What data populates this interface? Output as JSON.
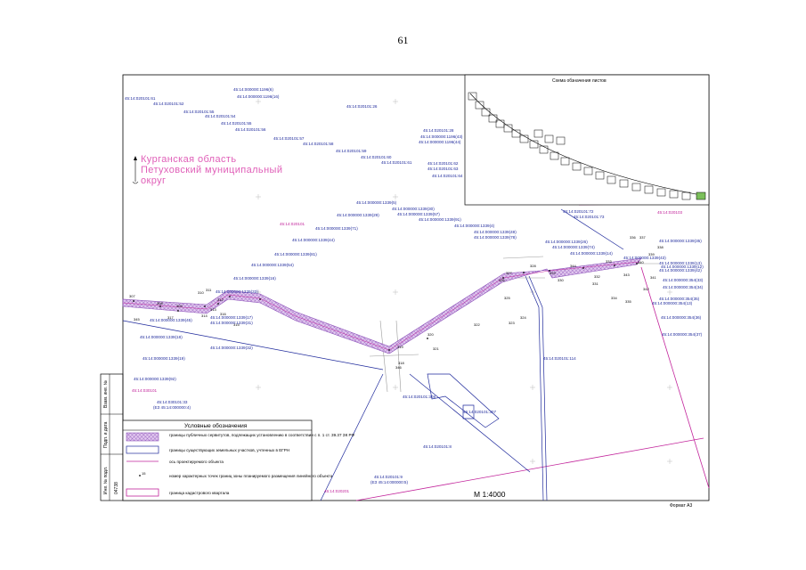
{
  "page_number": "61",
  "inset": {
    "title": "Схема обзначения листов"
  },
  "region": {
    "line1": "Курганская область",
    "line2": "Петуховский муниципальный",
    "line3": "округ"
  },
  "scale": "М 1:4000",
  "format": "Формат А3",
  "legend": {
    "title": "Условные обозначения",
    "items": [
      "границы публичных сервитутов, подлежащих установлению в соответствии с п. 1 ст. 39.37 ЗК РФ",
      "границы существующих земельных участков, учтенных в ЕГРН",
      "ось проектируемого объекта",
      "номер характерных точек границ зоны планируемого размещения линейного объекта",
      "граница кадастрового квартала"
    ],
    "point_sample": "15"
  },
  "stamp": {
    "col1": "Взам. инв. №",
    "col2": "Подп. и дата",
    "col3": "Инв. № подл.",
    "inv_number": "04738"
  },
  "colors": {
    "parcel": "#1f2a9c",
    "quarter": "#c2249b",
    "region": "#e05fb8",
    "servitude": "#8a4fb8"
  },
  "cadastral_labels": [
    "45:14:020101:61",
    "45:14:020101:52",
    "45:14:020101:55",
    "45:14:020101:54",
    "45:14:020101:55",
    "45:14:020101:56",
    "45:14:020101:57",
    "45:14:020101:58",
    "45:14:020101:59",
    "45:14:020101:60",
    "45:14:020101:61",
    "45:14:000000:1196(6)",
    "45:14:000000:1196(16)",
    "45:14:020101:26",
    "45:14:020101:28",
    "45:14:000000:1196(43)",
    "45:14:000000:1196(44)",
    "45:14:020101:62",
    "45:14:020101:63",
    "45:14:020101:64",
    "45:14:000000:1339(5)",
    "45:14:000000:1339(30)",
    "45:14:000000:1339(57)",
    "45:14:000000:1339(29)",
    "45:14:000000:1339(91)",
    "45:14:000000:1339(71)",
    "45:14:000000:1339(44)",
    "45:14:000000:1339(81)",
    "45:14:000000:1339(54)",
    "45:14:000000:1339(16)",
    "45:14:000000:1339(33)",
    "45:14:000000:1339(45)",
    "45:14:000000:1339(17)",
    "45:14:000000:1339(31)",
    "45:14:000000:1339(18)",
    "45:14:000000:1339(32)",
    "45:14:000000:1339(19)",
    "45:14:000000:1339(92)",
    "45:14:000000:1339(4)",
    "45:14:000000:1339(49)",
    "45:14:000000:1339(78)",
    "45:14:000000:1339(26)",
    "45:14:000000:1339(74)",
    "45:14:000000:1339(14)",
    "45:14:000000:1339(43)",
    "45:14:000000:1339(42)",
    "45:14:000000:1339(13)",
    "45:14:000000:1339(12)",
    "45:14:000000:1339(35)",
    "45:14:000000:354(33)",
    "45:14:000000:354(34)",
    "45:14:000000:354(35)",
    "45:14:000000:354(36)",
    "45:14:000000:354(37)",
    "45:14:000000:354(13)",
    "45:14:020101:72",
    "45:14:020101:73",
    "45:14:020101:114",
    "45:14:020101:308",
    "45:14:020101:307",
    "45:14:020101:8",
    "45:14:020101:9",
    "45:14:030101:33",
    "(ЕЗ 45:14:000000:4)",
    "(ЕЗ 45:14:000000:5)"
  ],
  "quarter_labels": [
    "45:14:020101",
    "45:14:020103",
    "45:14:030101",
    "45:14:020201"
  ],
  "point_numbers": [
    "307",
    "308",
    "309",
    "310",
    "311",
    "312",
    "313",
    "314",
    "315",
    "316",
    "317",
    "318",
    "319",
    "320",
    "321",
    "322",
    "323",
    "324",
    "325",
    "326",
    "327",
    "328",
    "329",
    "330",
    "331",
    "332",
    "333",
    "334",
    "335",
    "336",
    "337",
    "338",
    "339",
    "340",
    "341",
    "342",
    "343",
    "344",
    "345",
    "346"
  ]
}
